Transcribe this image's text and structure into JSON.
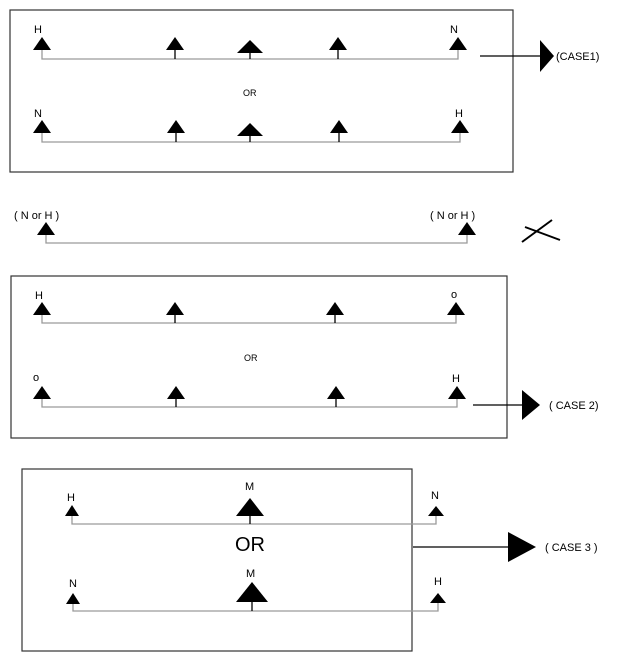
{
  "case1": {
    "row1": {
      "left": "H",
      "right": "N"
    },
    "or": "OR",
    "row2": {
      "left": "N",
      "right": "H"
    },
    "label": "(CASE1)"
  },
  "invalid": {
    "left": "( N or H )",
    "right": "( N or H )",
    "mark": "cross-icon"
  },
  "case2": {
    "row1": {
      "left": "H",
      "right": "o"
    },
    "or": "OR",
    "row2": {
      "left": "o",
      "right": "H"
    },
    "label": "( CASE 2)"
  },
  "case3": {
    "row1": {
      "left": "H",
      "middle": "M",
      "right": "N"
    },
    "or": "OR",
    "row2": {
      "left": "N",
      "middle": "M",
      "right": "H"
    },
    "label": "( CASE 3 )"
  }
}
